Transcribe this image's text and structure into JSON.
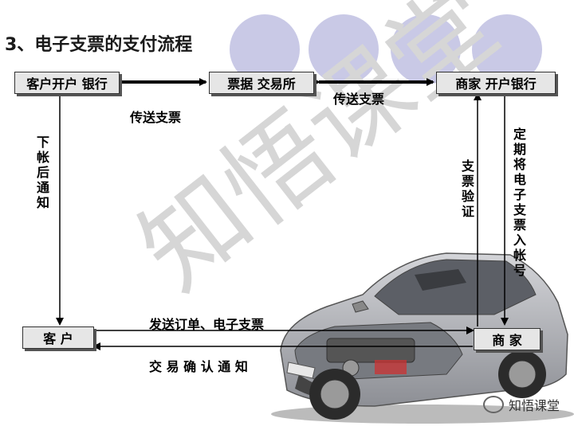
{
  "title": "3、电子支票的支付流程",
  "nodes": {
    "customer_bank": "客户开户 银行",
    "exchange": "票据 交易所",
    "merchant_bank": "商家 开户银行",
    "customer": "客 户",
    "merchant": "商 家"
  },
  "edges": {
    "send_check_left": "传送支票",
    "send_check_right": "传送支票",
    "post_notice": "下帐后通知",
    "check_verify": "支票验证",
    "periodic_deposit": "定期将电子支票入帐号",
    "send_order": "发送订单、电子支票",
    "trade_confirm": "交 易 确 认 通 知"
  },
  "brand": {
    "label": "知悟课堂",
    "icon": "wechat-icon"
  },
  "watermark": "知悟课堂",
  "colors": {
    "circles": "#c9c9e6",
    "box_fill": "#e6e6e6",
    "car_body": "#a8aab0"
  }
}
